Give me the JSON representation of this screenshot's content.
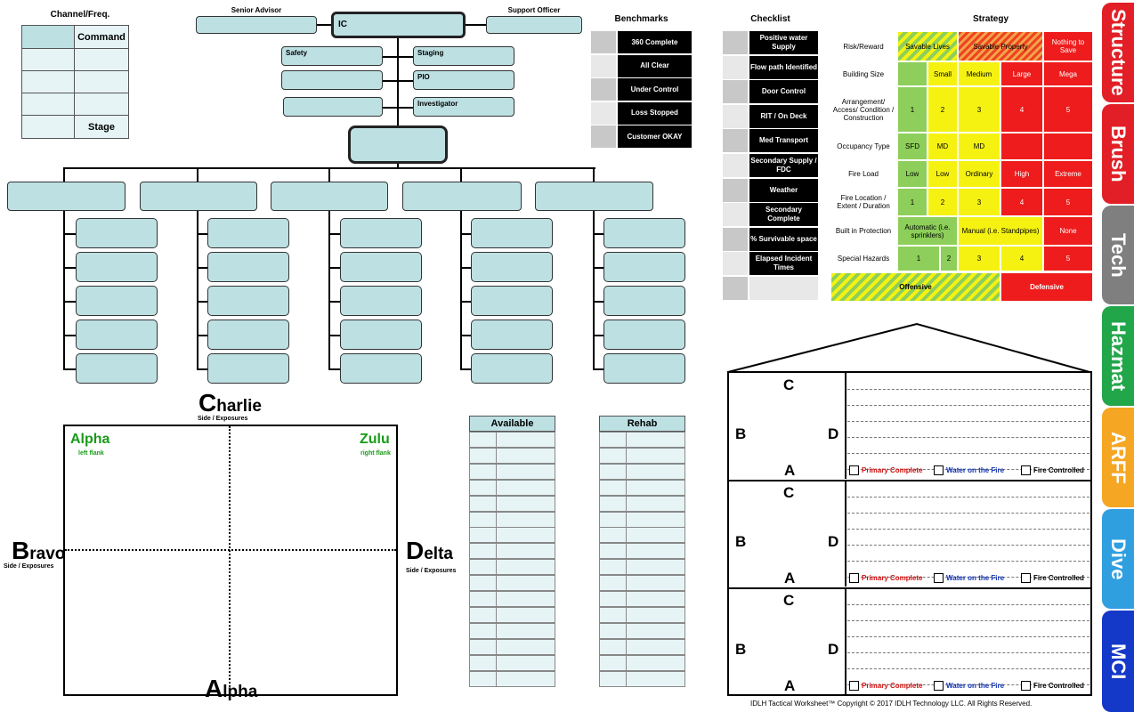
{
  "channel": {
    "title": "Channel/Freq.",
    "col2_header": "Command",
    "last_row_label": "Stage"
  },
  "org": {
    "senior_advisor": "Senior Advisor",
    "support_officer": "Support Officer",
    "ic": "IC",
    "safety": "Safety",
    "staging": "Staging",
    "pio": "PIO",
    "investigator": "Investigator"
  },
  "benchmarks": {
    "title": "Benchmarks",
    "items": [
      "360 Complete",
      "All Clear",
      "Under Control",
      "Loss Stopped",
      "Customer OKAY"
    ]
  },
  "checklist": {
    "title": "Checklist",
    "items": [
      "Positive water Supply",
      "Flow path Identified",
      "Door Control",
      "RIT / On Deck",
      "Med Transport",
      "Secondary Supply / FDC",
      "Weather",
      "Secondary Complete",
      "% Survivable space",
      "Elapsed Incident Times"
    ]
  },
  "strategy": {
    "title": "Strategy",
    "rows": [
      {
        "label": "Risk/Reward",
        "cells": [
          "Savable Lives",
          "Savable Property",
          "Nothing to Save"
        ]
      },
      {
        "label": "Building Size",
        "cells": [
          "",
          "Small",
          "Medium",
          "Large",
          "Mega"
        ]
      },
      {
        "label": "Arrangement/ Access/ Condition / Construction",
        "cells": [
          "1",
          "2",
          "3",
          "4",
          "5"
        ]
      },
      {
        "label": "Occupancy Type",
        "cells": [
          "SFD",
          "MD",
          "MD",
          "",
          ""
        ]
      },
      {
        "label": "Fire Load",
        "cells": [
          "Low",
          "Low",
          "Ordinary",
          "High",
          "Extreme"
        ]
      },
      {
        "label": "Fire Location / Extent / Duration",
        "cells": [
          "1",
          "2",
          "3",
          "4",
          "5"
        ]
      },
      {
        "label": "Built in Protection",
        "cells": [
          "Automatic (i.e. sprinklers)",
          "Manual (i.e. Standpipes)",
          "None"
        ]
      },
      {
        "label": "Special Hazards",
        "cells": [
          "1",
          "2",
          "3",
          "4",
          "5"
        ]
      }
    ],
    "offensive": "Offensive",
    "defensive": "Defensive"
  },
  "tabs": [
    {
      "label": "Structure",
      "color": "#e21f26"
    },
    {
      "label": "Brush",
      "color": "#e21f26"
    },
    {
      "label": "Tech",
      "color": "#7f7f7f"
    },
    {
      "label": "Hazmat",
      "color": "#22a64a"
    },
    {
      "label": "ARFF",
      "color": "#f5a623"
    },
    {
      "label": "Dive",
      "color": "#2f9fe0"
    },
    {
      "label": "MCI",
      "color": "#1438c8"
    }
  ],
  "sides": {
    "charlie_big": "C",
    "charlie_rest": "harlie",
    "charlie_sub": "Side / Exposures",
    "alpha_green": "Alpha",
    "alpha_flank": "left flank",
    "zulu_green": "Zulu",
    "zulu_flank": "right flank",
    "bravo_big": "B",
    "bravo_rest": "ravo",
    "bravo_sub": "Side / Exposures",
    "delta_big": "D",
    "delta_rest": "elta",
    "delta_sub": "Side / Exposures",
    "alpha_big": "A",
    "alpha_rest": "lpha"
  },
  "available": {
    "title": "Available"
  },
  "rehab": {
    "title": "Rehab"
  },
  "house": {
    "c": "C",
    "b": "B",
    "d": "D",
    "a": "A",
    "primary": "Primary Complete",
    "water": "Water on the Fire",
    "controlled": "Fire Controlled"
  },
  "footer": "IDLH Tactical Worksheet™  Copyright © 2017 IDLH Technology LLC. All Rights Reserved."
}
